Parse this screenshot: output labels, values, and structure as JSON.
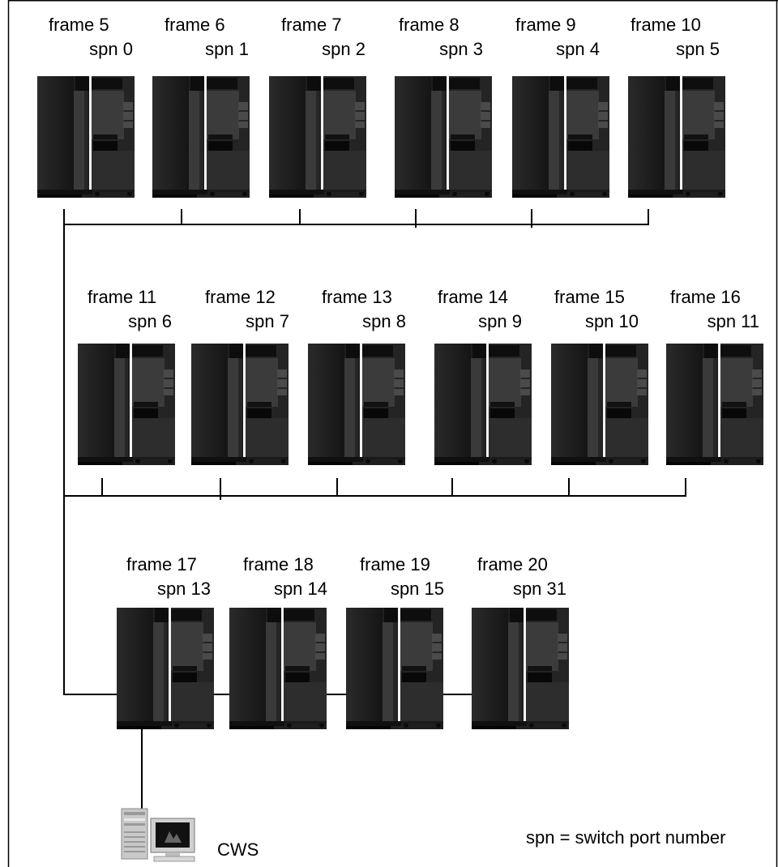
{
  "frames": [
    {
      "frame": "frame 5",
      "spn": "spn 0"
    },
    {
      "frame": "frame 6",
      "spn": "spn 1"
    },
    {
      "frame": "frame 7",
      "spn": "spn 2"
    },
    {
      "frame": "frame 8",
      "spn": "spn 3"
    },
    {
      "frame": "frame 9",
      "spn": "spn 4"
    },
    {
      "frame": "frame 10",
      "spn": "spn 5"
    },
    {
      "frame": "frame 11",
      "spn": "spn 6"
    },
    {
      "frame": "frame 12",
      "spn": "spn 7"
    },
    {
      "frame": "frame 13",
      "spn": "spn 8"
    },
    {
      "frame": "frame 14",
      "spn": "spn 9"
    },
    {
      "frame": "frame 15",
      "spn": "spn 10"
    },
    {
      "frame": "frame 16",
      "spn": "spn 11"
    },
    {
      "frame": "frame 17",
      "spn": "spn 13"
    },
    {
      "frame": "frame 18",
      "spn": "spn 14"
    },
    {
      "frame": "frame 19",
      "spn": "spn 15"
    },
    {
      "frame": "frame 20",
      "spn": "spn 31"
    }
  ],
  "cws_label": "CWS",
  "legend": "spn = switch port number",
  "colors": {
    "line": "#000000",
    "cabinet_dark": "#1b1b1b",
    "cabinet_mid": "#2f2f2f",
    "stripe": "#f0f0f0"
  }
}
